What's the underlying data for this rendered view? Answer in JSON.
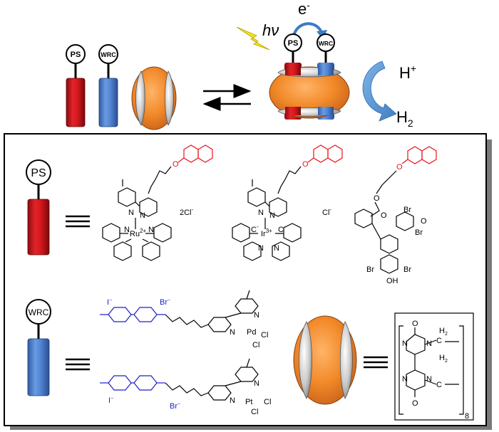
{
  "top": {
    "light_label": "hν",
    "electron_label": "e",
    "electron_sup": "-",
    "proton_label": "H",
    "proton_sup": "+",
    "hydrogen_label": "H",
    "hydrogen_sub": "2",
    "ps_label": "PS",
    "wrc_label": "WRC"
  },
  "legend": {
    "ps_label": "PS",
    "wrc_label": "WRC"
  },
  "ps_row": {
    "ru_complex": {
      "metal": "Ru",
      "charge": "2+",
      "counterion": "2Cl",
      "counterion_sup": "-"
    },
    "ir_complex": {
      "metal": "Ir",
      "charge": "3+",
      "counterion": "Cl",
      "counterion_sup": "-",
      "carbon_label": "C",
      "carbon_sup": "-"
    },
    "eosin": {
      "br": "Br",
      "oh": "OH",
      "o": "O"
    },
    "n_atom": "N",
    "o_atom": "O"
  },
  "wrc_row": {
    "pd_complex": {
      "metal": "Pd",
      "iodide": "I",
      "bromide": "Br",
      "cl": "Cl",
      "sup": "−"
    },
    "pt_complex": {
      "metal": "Pt",
      "iodide": "I",
      "bromide": "Br",
      "cl": "Cl",
      "sup": "−"
    },
    "cucurbituril": {
      "h2": "H",
      "h2_sub": "2",
      "c": "C",
      "n": "N",
      "o": "O",
      "repeat": "8"
    }
  },
  "colors": {
    "ps_red": "#d4151b",
    "wrc_blue": "#4a7fd0",
    "cb_orange": "#f08a2c",
    "arrow_blue": "#5b97d1",
    "star_yellow": "#f5e31a"
  }
}
